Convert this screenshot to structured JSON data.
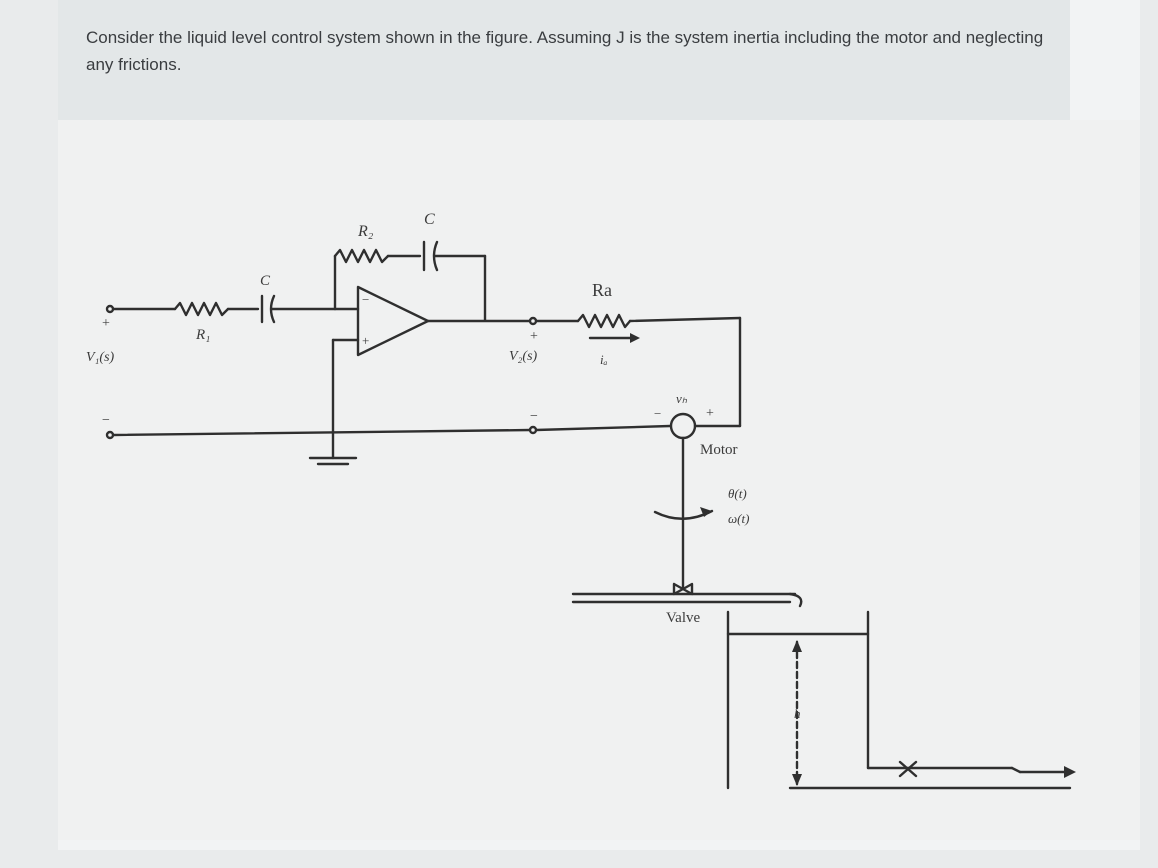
{
  "question": {
    "text": "Consider the liquid level control system shown in the figure. Assuming J is the system inertia including the motor and neglecting any frictions."
  },
  "diagram": {
    "labels": {
      "r2": "R₂",
      "c_top": "C",
      "c_input": "C",
      "r1": "R₁",
      "opamp_minus": "−",
      "opamp_plus": "+",
      "v1": "V₁(s)",
      "v1_plus": "+",
      "v1_minus": "−",
      "v2": "V₂(s)",
      "v2_plus": "+",
      "v2_minus": "−",
      "ra": "Ra",
      "ia": "iₐ",
      "vb": "vₕ",
      "vb_minus": "−",
      "vb_plus": "+",
      "motor": "Motor",
      "theta": "θ(t)",
      "omega": "ω(t)",
      "valve": "Valve",
      "h": "h"
    }
  }
}
